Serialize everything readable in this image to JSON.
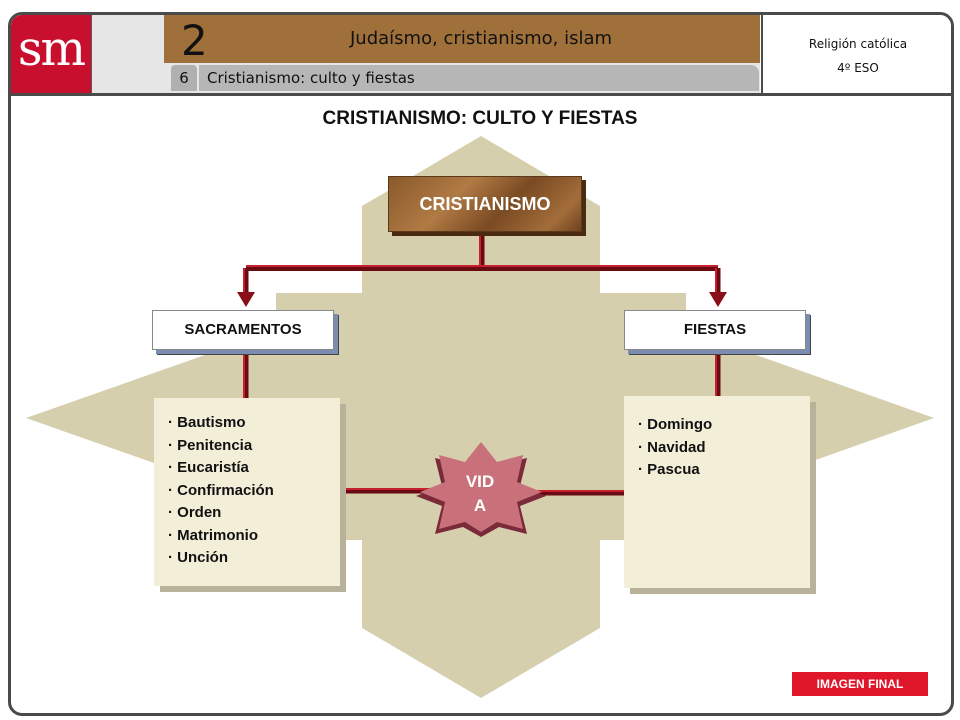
{
  "header": {
    "logo_text": "sm",
    "unit_number": "2",
    "unit_title": "Judaísmo, cristianismo, islam",
    "lesson_number": "6",
    "lesson_title": "Cristianismo: culto y fiestas",
    "subject_line1": "Religión católica",
    "subject_line2": "4º ESO"
  },
  "diagram": {
    "title": "CRISTIANISMO: CULTO Y FIESTAS",
    "root": "CRISTIANISMO",
    "left_node": "SACRAMENTOS",
    "right_node": "FIESTAS",
    "sacramentos": [
      "· Bautismo",
      "· Penitencia",
      "· Eucaristía",
      "· Confirmación",
      "· Orden",
      "· Matrimonio",
      "· Unción"
    ],
    "fiestas": [
      "· Domingo",
      "· Navidad",
      "· Pascua"
    ],
    "center_line1": "VID",
    "center_line2": "A"
  },
  "footer": {
    "final_button": "IMAGEN FINAL"
  },
  "colors": {
    "brand_red": "#c8102e",
    "header_brown": "#a0703a",
    "background_shape": "#d6cfae",
    "connector_red": "#a3101c",
    "center_star": "#c9717a",
    "list_paper": "#f3eed8",
    "button_red": "#e0162a"
  }
}
